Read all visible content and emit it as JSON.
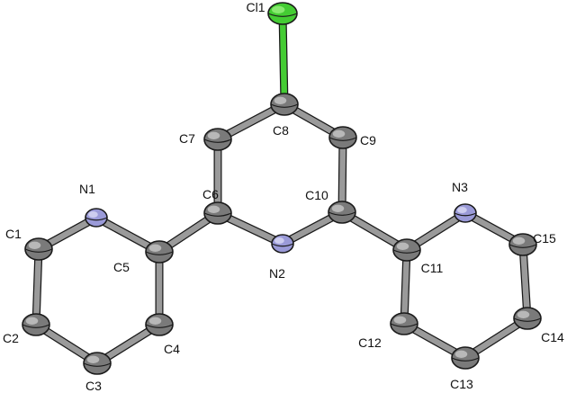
{
  "colors": {
    "background": "#ffffff",
    "carbon": "#7a7a7a",
    "carbon_highlight": "#c8c8c8",
    "nitrogen": "#9a9ad8",
    "nitrogen_highlight": "#d9d9f5",
    "chlorine": "#44cc33",
    "chlorine_highlight": "#9af07f",
    "outline": "#1a1a1a",
    "label": "#111111"
  },
  "atoms": [
    {
      "id": "Cl1",
      "label": "Cl1",
      "element": "Cl"
    },
    {
      "id": "C8",
      "label": "C8",
      "element": "C"
    },
    {
      "id": "C7",
      "label": "C7",
      "element": "C"
    },
    {
      "id": "C9",
      "label": "C9",
      "element": "C"
    },
    {
      "id": "C6",
      "label": "C6",
      "element": "C"
    },
    {
      "id": "C10",
      "label": "C10",
      "element": "C"
    },
    {
      "id": "N2",
      "label": "N2",
      "element": "N"
    },
    {
      "id": "N1",
      "label": "N1",
      "element": "N"
    },
    {
      "id": "C1",
      "label": "C1",
      "element": "C"
    },
    {
      "id": "C5",
      "label": "C5",
      "element": "C"
    },
    {
      "id": "C2",
      "label": "C2",
      "element": "C"
    },
    {
      "id": "C4",
      "label": "C4",
      "element": "C"
    },
    {
      "id": "C3",
      "label": "C3",
      "element": "C"
    },
    {
      "id": "N3",
      "label": "N3",
      "element": "N"
    },
    {
      "id": "C15",
      "label": "C15",
      "element": "C"
    },
    {
      "id": "C11",
      "label": "C11",
      "element": "C"
    },
    {
      "id": "C12",
      "label": "C12",
      "element": "C"
    },
    {
      "id": "C14",
      "label": "C14",
      "element": "C"
    },
    {
      "id": "C13",
      "label": "C13",
      "element": "C"
    }
  ],
  "bonds": [
    [
      "Cl1",
      "C8"
    ],
    [
      "C8",
      "C7"
    ],
    [
      "C8",
      "C9"
    ],
    [
      "C7",
      "C6"
    ],
    [
      "C9",
      "C10"
    ],
    [
      "C6",
      "N2"
    ],
    [
      "C10",
      "N2"
    ],
    [
      "C6",
      "C5"
    ],
    [
      "C10",
      "C11"
    ],
    [
      "C5",
      "N1"
    ],
    [
      "N1",
      "C1"
    ],
    [
      "C1",
      "C2"
    ],
    [
      "C2",
      "C3"
    ],
    [
      "C3",
      "C4"
    ],
    [
      "C4",
      "C5"
    ],
    [
      "C11",
      "N3"
    ],
    [
      "N3",
      "C15"
    ],
    [
      "C15",
      "C14"
    ],
    [
      "C14",
      "C13"
    ],
    [
      "C13",
      "C12"
    ],
    [
      "C12",
      "C11"
    ]
  ]
}
